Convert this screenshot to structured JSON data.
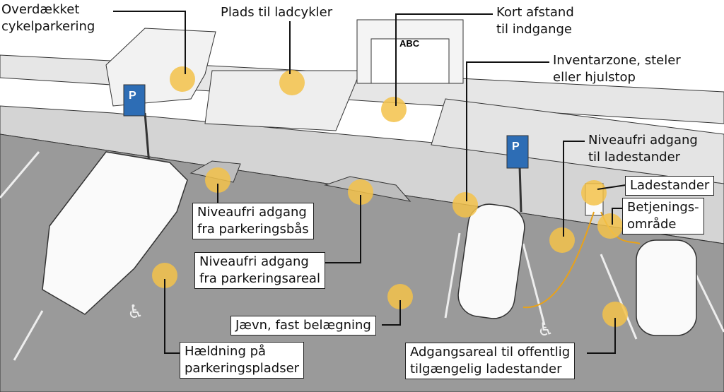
{
  "labels": {
    "covered_bike": "Overdækket\ncykelparkering",
    "cargo_bike": "Plads til ladcykler",
    "short_distance": "Kort afstand\ntil indgange",
    "furniture_zone": "Inventarzone, steler\neller hjulstop",
    "level_charger": "Niveaufri adgang\ntil ladestander",
    "charger": "Ladestander",
    "operating_area": "Betjenings-\nområde",
    "level_from_bay": "Niveaufri adgang\nfra parkeringsbås",
    "level_from_area": "Niveaufri adgang\nfra parkeringsareal",
    "surface": "Jævn, fast belægning",
    "slope": "Hældning på\nparkeringspladser",
    "access_area": "Adgangsareal til offentlig\ntilgængelig ladestander"
  },
  "signs": {
    "building": "ABC",
    "parking": "P"
  },
  "colors": {
    "marker": "#f3c24a",
    "asphalt": "#9a9a9a",
    "sidewalk": "#d4d4d4",
    "cable": "#e8a21a"
  }
}
